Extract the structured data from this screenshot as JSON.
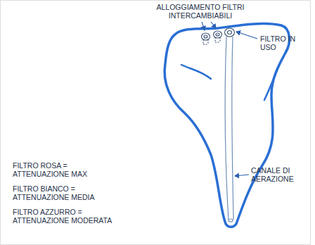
{
  "diagram": {
    "labels": [
      "ALLOGGIAMENTO FILTRI INTERCAMBIABILI",
      "FILTRO IN USO",
      "CANALE DI AERAZIONE",
      "FILTRO ROSA = ATTENUAZIONE MAX",
      "FILTRO BIANCO = ATTENUAZIONE MEDIA",
      "FILTRO AZZURRO = ATTENUAZIONE MODERATA"
    ]
  }
}
